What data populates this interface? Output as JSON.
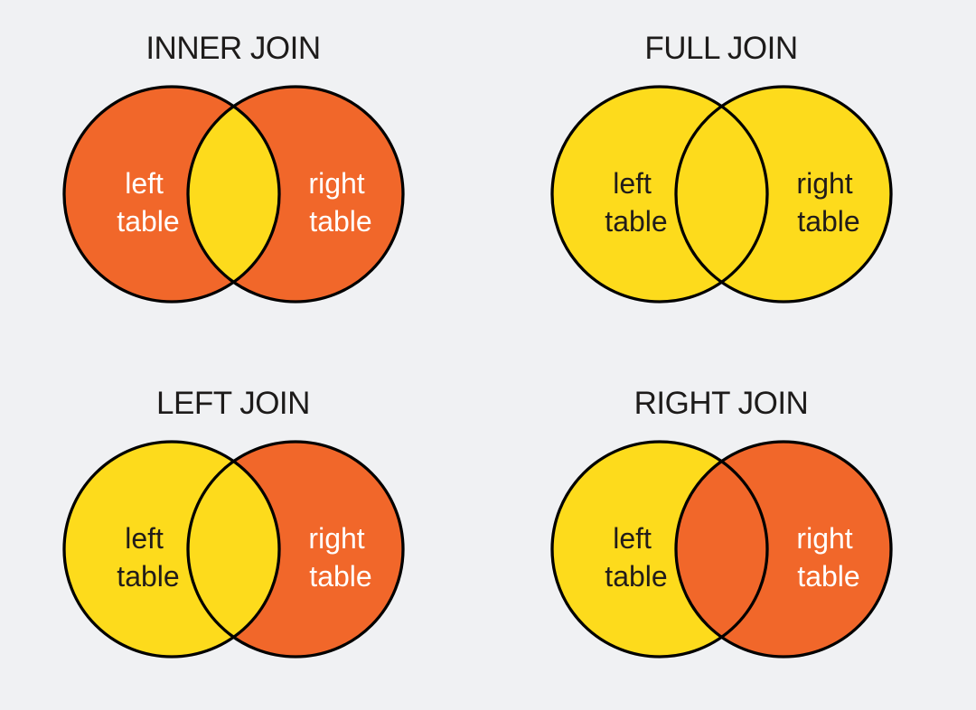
{
  "page": {
    "description": "SQL join types illustrated as four Venn diagrams"
  },
  "colors": {
    "background": "#F0F1F3",
    "orange": "#F1672A",
    "yellow": "#FDDB1C",
    "outline": "#000000",
    "title_text": "#1D1B1A",
    "label_dark": "#211C1A",
    "label_light": "#FFFFFF"
  },
  "diagrams": [
    {
      "id": "inner-join",
      "title": "INNER JOIN",
      "left_circle_color": "#F1672A",
      "right_circle_color": "#F1672A",
      "intersection_color": "#FDDB1C",
      "left_label_color": "#FFFFFF",
      "right_label_color": "#FFFFFF",
      "left_label_line1": "left",
      "left_label_line2": "table",
      "right_label_line1": "right",
      "right_label_line2": "table"
    },
    {
      "id": "full-join",
      "title": "FULL JOIN",
      "left_circle_color": "#FDDB1C",
      "right_circle_color": "#FDDB1C",
      "intersection_color": "#FDDB1C",
      "left_label_color": "#211C1A",
      "right_label_color": "#211C1A",
      "left_label_line1": "left",
      "left_label_line2": "table",
      "right_label_line1": "right",
      "right_label_line2": "table"
    },
    {
      "id": "left-join",
      "title": "LEFT JOIN",
      "left_circle_color": "#FDDB1C",
      "right_circle_color": "#F1672A",
      "intersection_color": "#FDDB1C",
      "left_label_color": "#211C1A",
      "right_label_color": "#FFFFFF",
      "left_label_line1": "left",
      "left_label_line2": "table",
      "right_label_line1": "right",
      "right_label_line2": "table"
    },
    {
      "id": "right-join",
      "title": "RIGHT JOIN",
      "left_circle_color": "#FDDB1C",
      "right_circle_color": "#F1672A",
      "intersection_color": "#F1672A",
      "left_label_color": "#211C1A",
      "right_label_color": "#FFFFFF",
      "left_label_line1": "left",
      "left_label_line2": "table",
      "right_label_line1": "right",
      "right_label_line2": "table"
    }
  ]
}
